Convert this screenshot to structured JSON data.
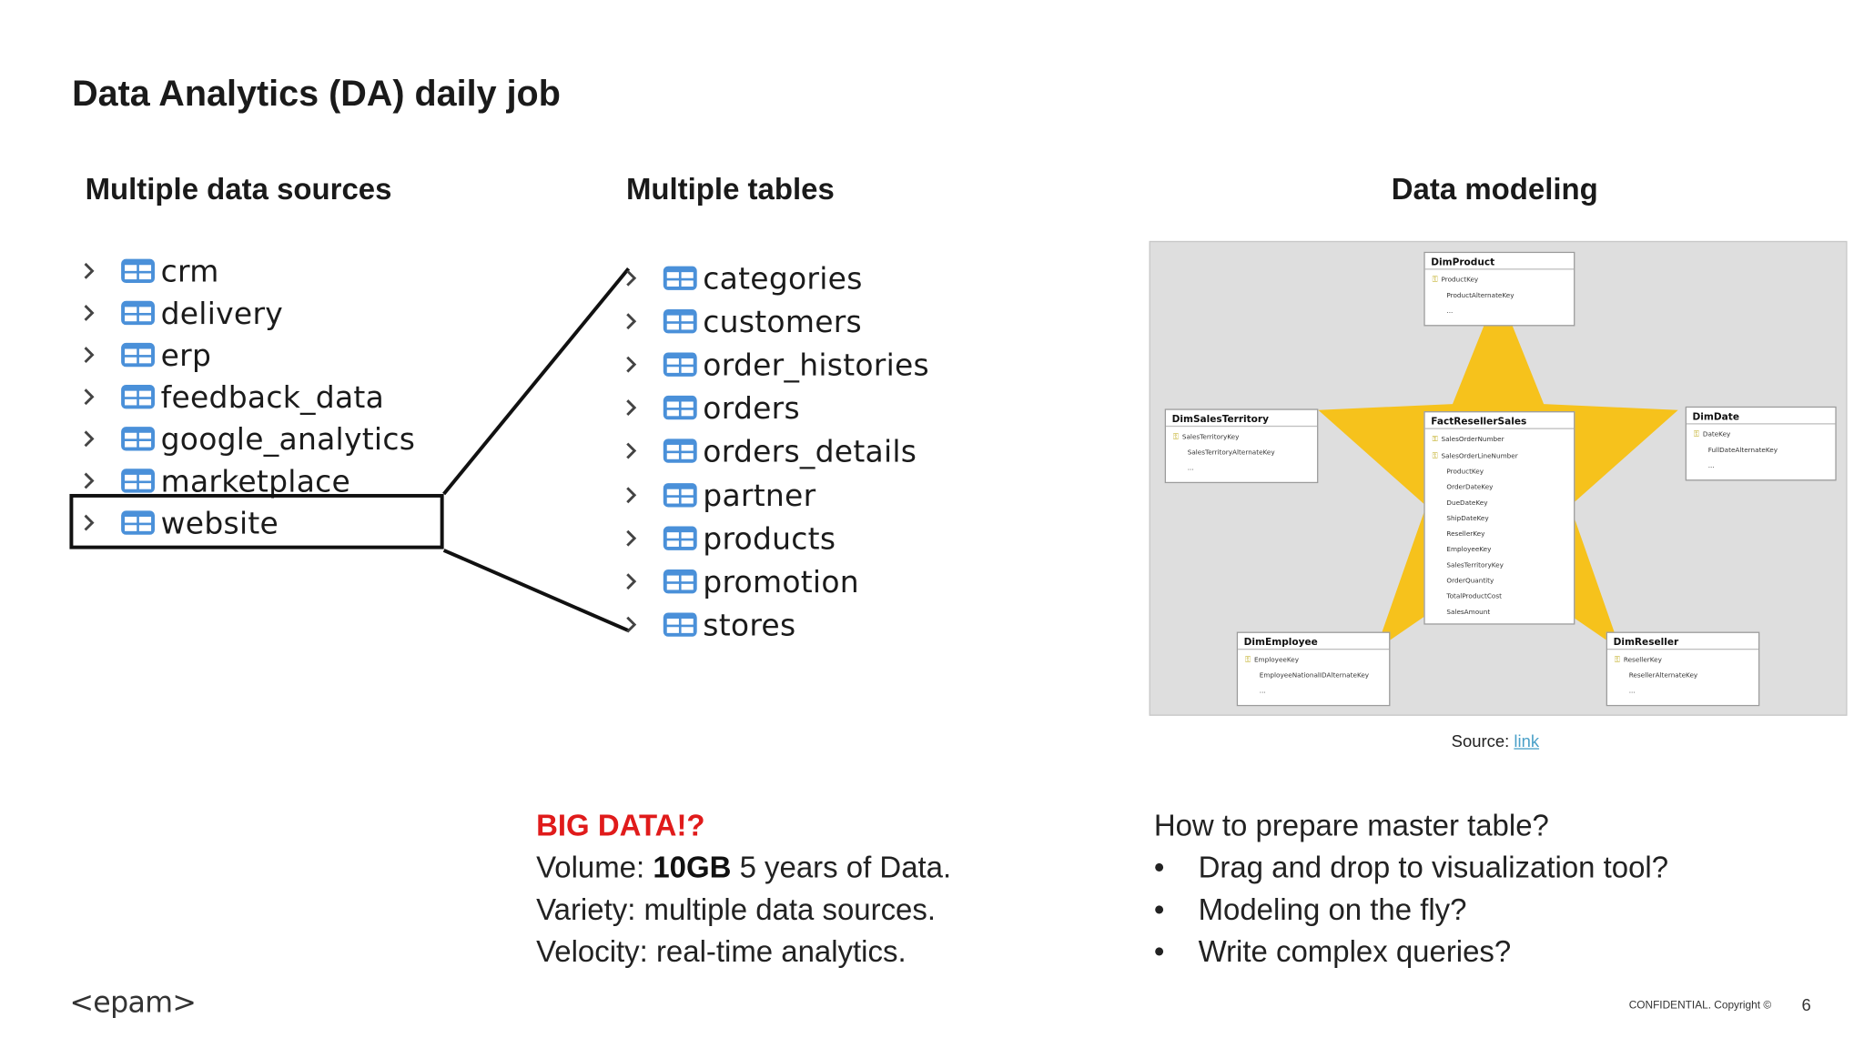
{
  "title": "Data Analytics (DA) daily job",
  "headings": {
    "sources": "Multiple data sources",
    "tables": "Multiple tables",
    "modeling": "Data modeling"
  },
  "sources": [
    "crm",
    "delivery",
    "erp",
    "feedback_data",
    "google_analytics",
    "marketplace",
    "website"
  ],
  "selected_source": "website",
  "tables": [
    "categories",
    "customers",
    "order_histories",
    "orders",
    "orders_details",
    "partner",
    "products",
    "promotion",
    "stores"
  ],
  "diagram": {
    "entities": {
      "dimproduct": {
        "name": "DimProduct",
        "fields": [
          "ProductKey",
          "ProductAlternateKey",
          "..."
        ]
      },
      "dimsalesterritory": {
        "name": "DimSalesTerritory",
        "fields": [
          "SalesTerritoryKey",
          "SalesTerritoryAlternateKey",
          "..."
        ]
      },
      "factresellersales": {
        "name": "FactResellerSales",
        "fields": [
          "SalesOrderNumber",
          "SalesOrderLineNumber",
          "ProductKey",
          "OrderDateKey",
          "DueDateKey",
          "ShipDateKey",
          "ResellerKey",
          "EmployeeKey",
          "SalesTerritoryKey",
          "OrderQuantity",
          "TotalProductCost",
          "SalesAmount"
        ]
      },
      "dimdate": {
        "name": "DimDate",
        "fields": [
          "DateKey",
          "FullDateAlternateKey",
          "..."
        ]
      },
      "dimemployee": {
        "name": "DimEmployee",
        "fields": [
          "EmployeeKey",
          "EmployeeNationalIDAlternateKey",
          "..."
        ]
      },
      "dimreseller": {
        "name": "DimReseller",
        "fields": [
          "ResellerKey",
          "ResellerAlternateKey",
          "..."
        ]
      }
    },
    "star_color": "#f6c21c"
  },
  "source": {
    "label": "Source:",
    "link_text": "link"
  },
  "bigdata": {
    "heading": "BIG DATA!?",
    "volume_label": "Volume:",
    "volume_value": "10GB",
    "volume_rest": "5 years of Data.",
    "variety": "Variety: multiple data sources.",
    "velocity": "Velocity: real-time analytics."
  },
  "questions": {
    "heading": "How to prepare master table?",
    "bullets": [
      "Drag and drop to visualization tool?",
      "Modeling on the fly?",
      "Write complex queries?"
    ]
  },
  "footer": {
    "logo": "<epam>",
    "confidential": "CONFIDENTIAL. Copyright ©",
    "page": "6"
  },
  "colors": {
    "accent_red": "#e01b1b",
    "icon_blue": "#4a90d9",
    "link_blue": "#4aa0c8"
  }
}
